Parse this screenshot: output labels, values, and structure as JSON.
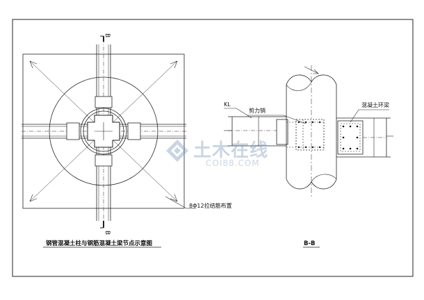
{
  "left_view": {
    "section_mark_top": "B",
    "section_mark_bottom": "B",
    "rebar_note": "8Φ12拉结筋布置",
    "caption": "钢管混凝土柱与钢筋混凝土梁节点示意图"
  },
  "right_view": {
    "beam_label": "KL",
    "shear_key_label": "剪力销",
    "ring_beam_label": "混凝土环梁",
    "caption": "B-B"
  },
  "watermark": {
    "main": "土木在线",
    "sub": "COI88.COM"
  }
}
